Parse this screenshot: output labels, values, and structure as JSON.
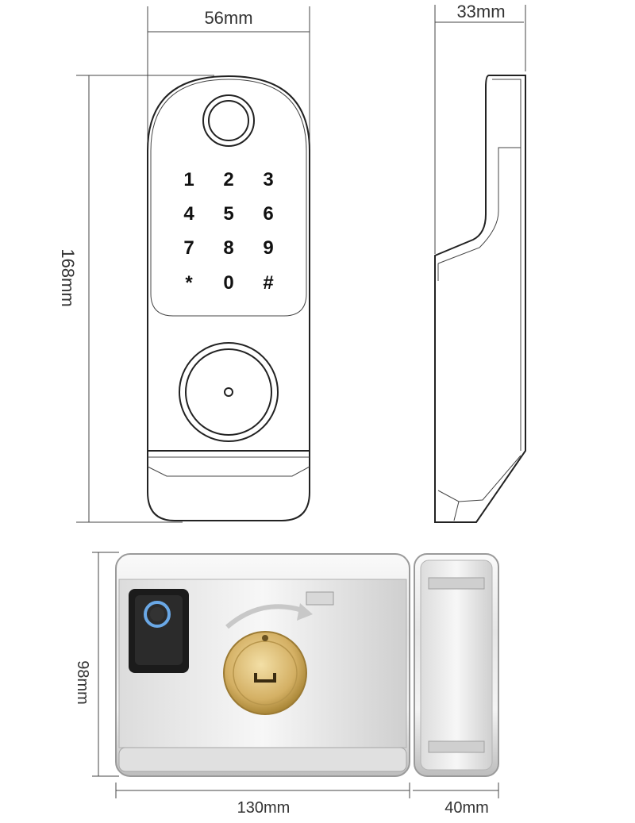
{
  "front_view": {
    "width_label": "56mm",
    "height_label": "168mm",
    "keypad": [
      "1",
      "2",
      "3",
      "4",
      "5",
      "6",
      "7",
      "8",
      "9",
      "*",
      "0",
      "#"
    ]
  },
  "side_view": {
    "depth_label": "33mm"
  },
  "bottom_view": {
    "height_label": "98mm",
    "body_width_label": "130mm",
    "strike_width_label": "40mm"
  },
  "colors": {
    "steel_light": "#f2f2f2",
    "steel_dark": "#8a8a8a",
    "brass": "#d8b86a",
    "sensor_blue": "#6aa8e6"
  }
}
